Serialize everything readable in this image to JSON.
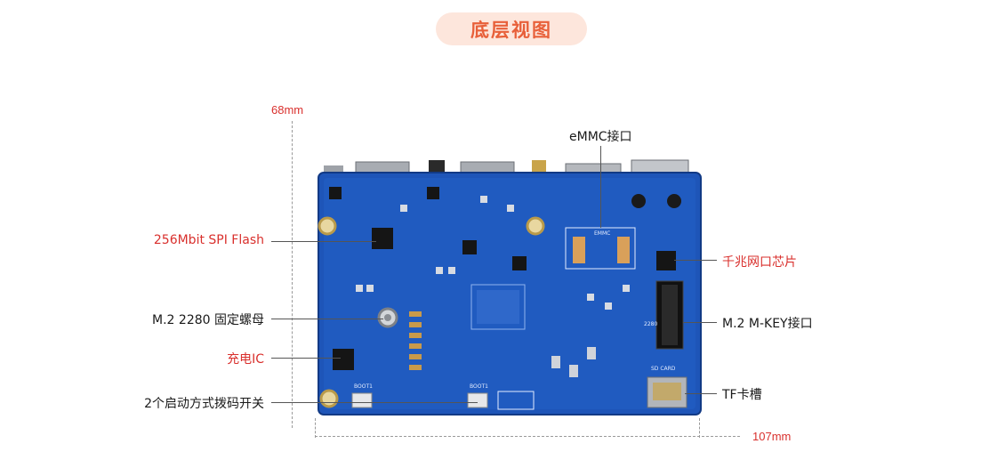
{
  "title": "底层视图",
  "dimensions": {
    "height": "68mm",
    "width": "107mm"
  },
  "labels": {
    "emmc": "eMMC接口",
    "spi_flash": "256Mbit SPI Flash",
    "m2_nut": "M.2 2280 固定螺母",
    "charge_ic": "充电IC",
    "boot_switch": "2个启动方式拨码开关",
    "gbe_chip": "千兆网口芯片",
    "m2_mkey": "M.2 M-KEY接口",
    "tf_slot": "TF卡槽"
  },
  "silkscreen": {
    "emmc": "EMMC",
    "m2": "2280",
    "sd": "SD CARD",
    "boot1": "BOOT1",
    "boot2": "BOOT1"
  },
  "colors": {
    "accent": "#e8603a",
    "label_red": "#d9302d",
    "pcb_blue": "#1e55b8"
  }
}
